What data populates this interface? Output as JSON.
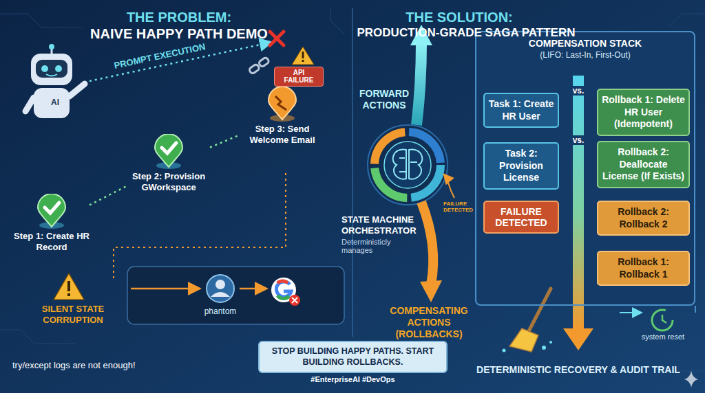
{
  "diagram": {
    "nodes": [
      {
        "text": [
          "Step 1: Create HR Record"
        ]
      },
      {
        "text": [
          "Step 2: Provision GWorkspace"
        ]
      },
      {
        "text": [
          "Step 3: Send Welcome Email"
        ]
      },
      {
        "text": [
          "API FAILURE"
        ]
      },
      {
        "text": [
          "COMPENSATION STACK",
          "(LIFO: Last-In, First-Out)"
        ]
      },
      {
        "text": [
          "Task 1: Create HR User"
        ],
        "in": 4
      },
      {
        "text": [
          "Rollback 1: Delete HR User (Idempotent)"
        ],
        "in": 4
      },
      {
        "text": [
          "Task 2: Provision License"
        ],
        "in": 4
      },
      {
        "text": [
          "Rollback 2: Deallocate License (If Exists)"
        ],
        "in": 4
      },
      {
        "text": [
          "FAILURE DETECTED"
        ],
        "in": 4
      },
      {
        "text": [
          "Rollback 2: Rollback 2"
        ],
        "in": 4
      },
      {
        "text": [
          "Rollback 1: Rollback 1"
        ],
        "in": 4
      },
      {
        "text": [
          "STOP BUILDING HAPPY PATHS. START BUILDING ROLLBACKS."
        ]
      }
    ],
    "edges": [
      {
        "from": 0,
        "to": 1,
        "arrow": "none"
      },
      {
        "from": 1,
        "to": 2,
        "arrow": "none"
      }
    ],
    "labels": [
      "THE PROBLEM:",
      "NAIVE HAPPY PATH DEMO",
      "AI",
      "PROMPT EXECUTION",
      "SILENT STATE CORRUPTION",
      "phantom",
      "try/except logs are not enough!",
      "THE SOLUTION:",
      "PRODUCTION-GRADE SAGA PATTERN",
      "FORWARD ACTIONS",
      "STATE MACHINE ORCHESTRATOR",
      "Deterministicly manages",
      "FAILURE DETECTED",
      "COMPENSATING ACTIONS (ROLLBACKS)",
      "vs.",
      "vs.",
      "system reset",
      "DETERMINISTIC RECOVERY & AUDIT TRAIL",
      "#EnterpriseAI #DevOps"
    ]
  }
}
